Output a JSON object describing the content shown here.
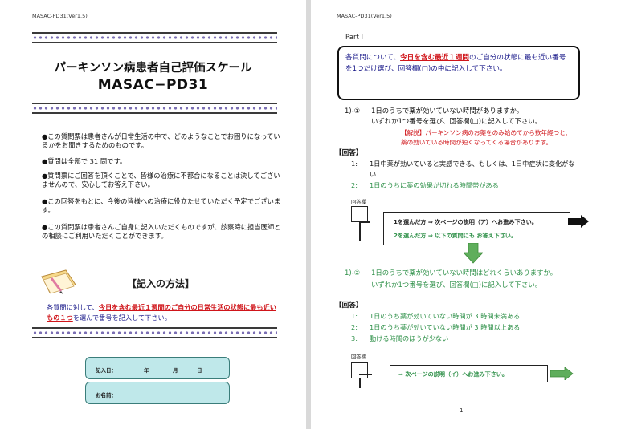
{
  "page1": {
    "version": "MASAC-PD31(Ver1.5)",
    "title_line1": "パーキンソン病患者自己評価スケール",
    "title_line2": "MASAC−PD31",
    "bullets": [
      "●この質問票は患者さんが日常生活の中で、どのようなことでお困りになっているかをお聞きするためのものです。",
      "●質問は全部で 31 問です。",
      "●質問票にご回答を頂くことで、皆様の治療に不都合になることは決してございませんので、安心してお答え下さい。",
      "●この回答をもとに、今後の皆様への治療に役立たせていただく予定でございます。",
      "●この質問票は患者さんご自身に記入いただくものですが、診察時に担当医師との相談にご利用いただくことができます。"
    ],
    "method_title": "【記入の方法】",
    "method_text_1": "各質問に対して、",
    "method_text_red": "今日を含む最近１週間のご自分の日常生活の状態に最も近いもの１つ",
    "method_text_2": "を選んで番号を記入して下さい。",
    "date_label": "記入日：",
    "date_year": "年",
    "date_month": "月",
    "date_day": "日",
    "name_label": "お名前："
  },
  "page2": {
    "version": "MASAC-PD31(Ver1.5)",
    "part_label": "Part Ⅰ",
    "instr_1": "各質問について、",
    "instr_red": "今日を含む最近１週間",
    "instr_2": "のご自分の状態に最も近い番号を1つだけ選び、回答欄(□)の中に記入して下さい。",
    "q1_num": "1)-①",
    "q1_text": "1日のうちで薬が効いていない時間がありますか。",
    "q1_sub": "いずれか1つ番号を選び、回答欄(□)に記入して下さい。",
    "q1_kaisetsu": "【解説】パーキンソン病のお薬をのみ始めてから数年経つと、薬の効いている時間が短くなってくる場合があります。",
    "ans_header": "【回答】",
    "q1_ans": [
      {
        "num": "1:",
        "text": "1日中薬が効いていると実感できる、もしくは、1日中症状に変化がない"
      },
      {
        "num": "2:",
        "text": "1日のうちに薬の効果が切れる時間帯がある"
      }
    ],
    "answer_box_label": "回答欄",
    "flow1_line1": "1を選んだ方 ⇒ 次ページの説明（ア）へお進み下さい。",
    "flow1_line2": "2を選んだ方 ⇒ 以下の質問にも お答え下さい。",
    "q2_num": "1)-②",
    "q2_text": "1日のうちで薬が効いていない時間はどれくらいありますか。",
    "q2_sub": "いずれか1つ番号を選び、回答欄(□)に記入して下さい。",
    "q2_ans": [
      {
        "num": "1:",
        "text": "1日のうち薬が効いていない時間が 3 時間未満ある"
      },
      {
        "num": "2:",
        "text": "1日のうち薬が効いていない時間が 3 時間以上ある"
      },
      {
        "num": "3:",
        "text": "動ける時間のほうが少ない"
      }
    ],
    "flow2": "⇒ 次ページの説明（イ）へお進み下さい。",
    "page_num": "1",
    "colors": {
      "red": "#d0151a",
      "green": "#2e9048",
      "navy": "#1a1a8a",
      "teal_box": "#bfe8ea"
    }
  }
}
